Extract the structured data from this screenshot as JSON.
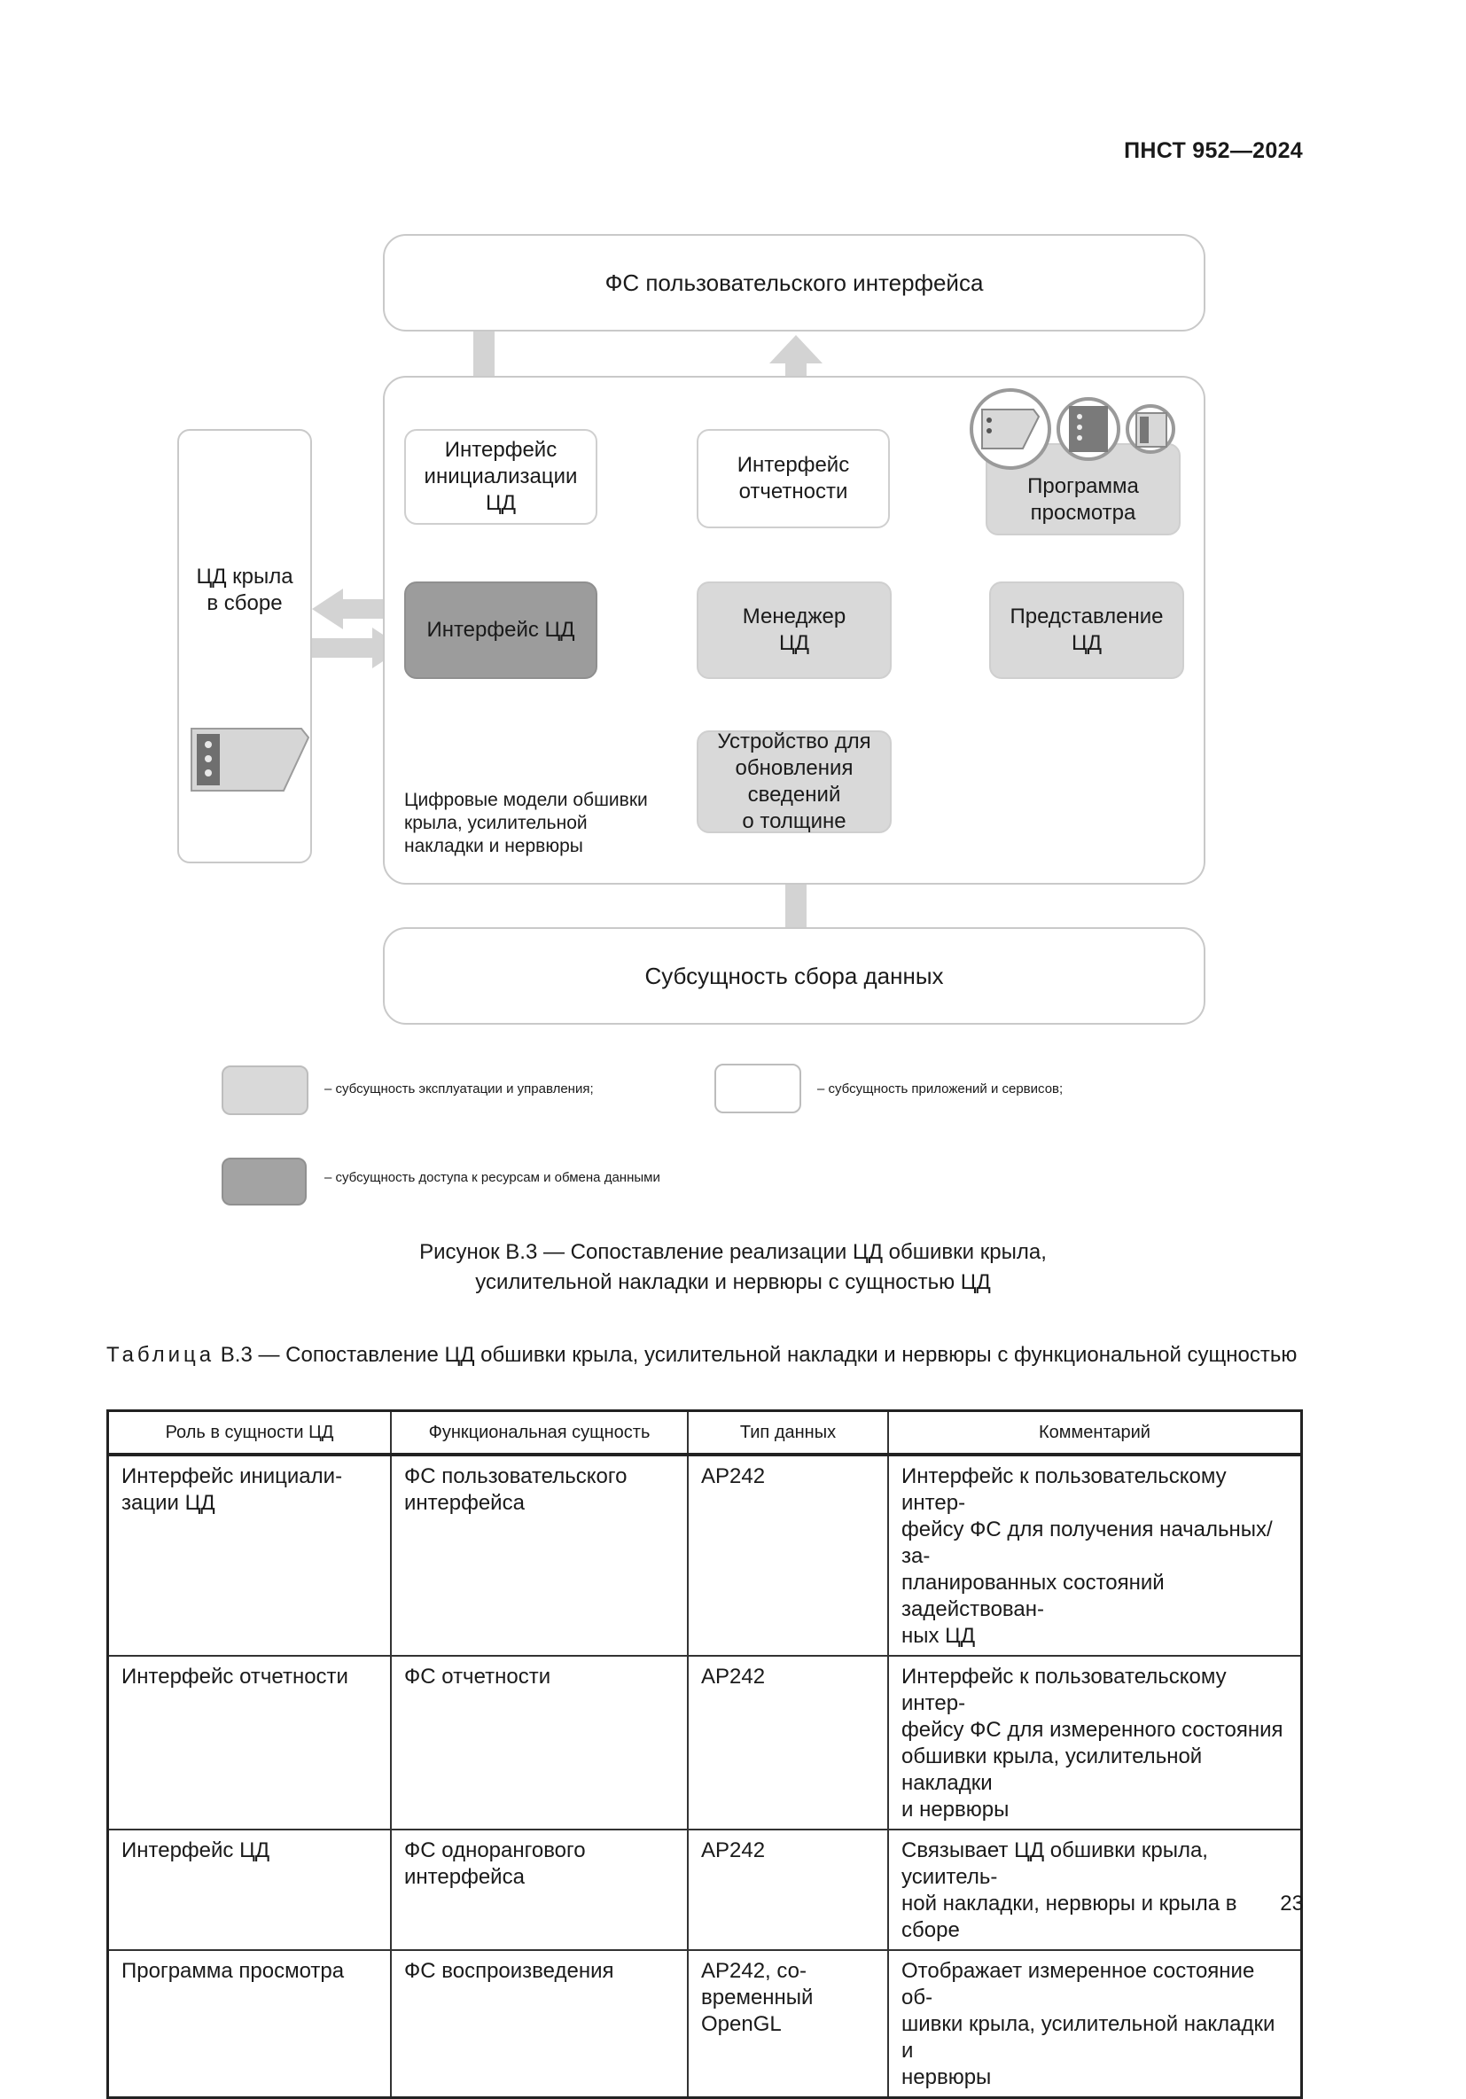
{
  "header": {
    "doc_code": "ПНСТ 952—2024"
  },
  "diagram": {
    "ui_fs": "ФС пользовательского интерфейса",
    "wing_label": "ЦД крыла\nв сборе",
    "init_iface": "Интерфейс\nинициализации\nЦД",
    "report_iface": "Интерфейс\nотчетности",
    "viewer": "Программа\nпросмотра",
    "dt_iface": "Интерфейс ЦД",
    "dt_manager": "Менеджер\nЦД",
    "dt_repr": "Представление\nЦД",
    "thickness_updater": "Устройство для\nобновления\nсведений\nо толщине",
    "models_note": "Цифровые модели обшивки\nкрыла, усилительной\nнакладки и нервюры",
    "data_collection": "Субсущность сбора данных"
  },
  "legend": {
    "ops": "– субсущность эксплуатации и управления;",
    "apps": "– субсущность приложений и сервисов;",
    "access": "– субсущность доступа к ресурсам и обмена данными"
  },
  "figure_caption": {
    "line1": "Рисунок В.3 — Сопоставление реализации ЦД обшивки крыла,",
    "line2": "усилительной накладки и нервюры с сущностью ЦД"
  },
  "table_title": {
    "prefix": "Таблица",
    "text": " В.3 — Сопоставление ЦД обшивки крыла, усилительной накладки и нервюры с функциональной сущностью"
  },
  "table": {
    "headers": [
      "Роль в сущности ЦД",
      "Функциональная сущность",
      "Тип данных",
      "Комментарий"
    ],
    "rows": [
      [
        "Интерфейс инициали-\nзации ЦД",
        "ФС пользовательского интерфейса",
        "AP242",
        "Интерфейс к пользовательскому интер-\nфейсу ФС для получения начальных/за-\nпланированных состояний задействован-\nных ЦД"
      ],
      [
        "Интерфейс отчетности",
        "ФС отчетности",
        "AP242",
        "Интерфейс к пользовательскому интер-\nфейсу ФС для измеренного состояния\nобшивки крыла, усилительной накладки\nи нервюры"
      ],
      [
        "Интерфейс ЦД",
        "ФС одноранговог​о\nинтерфейса",
        "AP242",
        "Связывает ЦД обшивки крыла, усиитель-\nной накладки, нервюры и крыла в сборе"
      ],
      [
        "Программа просмотра",
        "ФС воспроизведения",
        "AP242, со-\nвременный\nOpenGL",
        "Отображает измеренное состояние об-\nшивки крыла, усилительной накладки и\nнервюры"
      ]
    ]
  },
  "footer": {
    "page_number": "23"
  }
}
